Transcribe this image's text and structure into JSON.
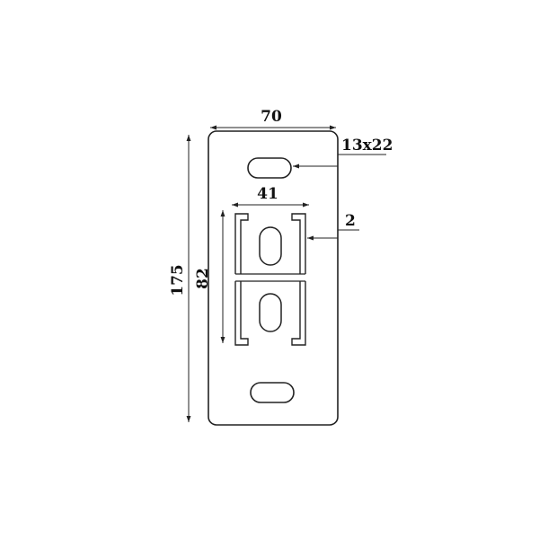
{
  "dimensions": {
    "width_label": "70",
    "height_label": "175",
    "inner_height_label": "82",
    "channel_width_label": "41",
    "slot_label": "13x22",
    "thickness_label": "2"
  },
  "colors": {
    "line": "#222222",
    "text": "#111111",
    "background": "#ffffff"
  }
}
